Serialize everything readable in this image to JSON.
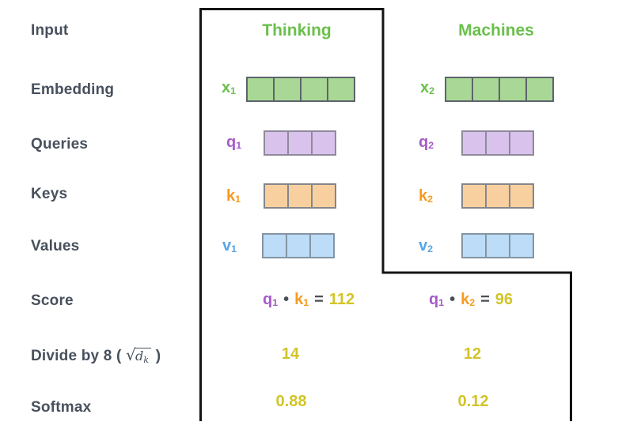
{
  "colors": {
    "green": "#6abf4c",
    "purple": "#a55bc8",
    "orange": "#f59b22",
    "blue": "#57a5e8",
    "yellow": "#d2c427",
    "label_gray": "#47505c",
    "outline_black": "#141414",
    "cell_green_fill": "#a9d795",
    "cell_purple_fill": "#d9c2ec",
    "cell_orange_fill": "#f8d0a0",
    "cell_blue_fill": "#bcdcf7"
  },
  "rows": {
    "input": "Input",
    "embedding": "Embedding",
    "queries": "Queries",
    "keys": "Keys",
    "values": "Values",
    "score": "Score",
    "divide_prefix": "Divide by 8 ( ",
    "divide_sqrt": "√",
    "divide_dk_base": "d",
    "divide_dk_sub": "k",
    "divide_suffix": " )",
    "softmax": "Softmax"
  },
  "embedding_cells": 4,
  "qkv_cells": 3,
  "columns": [
    {
      "header": "Thinking",
      "embedding_label": {
        "sym": "x",
        "sub": "1"
      },
      "query_label": {
        "sym": "q",
        "sub": "1"
      },
      "key_label": {
        "sym": "k",
        "sub": "1"
      },
      "value_label": {
        "sym": "v",
        "sub": "1"
      },
      "score": {
        "q_sym": "q",
        "q_sub": "1",
        "dot": "•",
        "k_sym": "k",
        "k_sub": "1",
        "eq": "=",
        "result": "112"
      },
      "divided": "14",
      "softmax": "0.88"
    },
    {
      "header": "Machines",
      "embedding_label": {
        "sym": "x",
        "sub": "2"
      },
      "query_label": {
        "sym": "q",
        "sub": "2"
      },
      "key_label": {
        "sym": "k",
        "sub": "2"
      },
      "value_label": {
        "sym": "v",
        "sub": "2"
      },
      "score": {
        "q_sym": "q",
        "q_sub": "1",
        "dot": "•",
        "k_sym": "k",
        "k_sub": "2",
        "eq": "=",
        "result": "96"
      },
      "divided": "12",
      "softmax": "0.12"
    }
  ]
}
